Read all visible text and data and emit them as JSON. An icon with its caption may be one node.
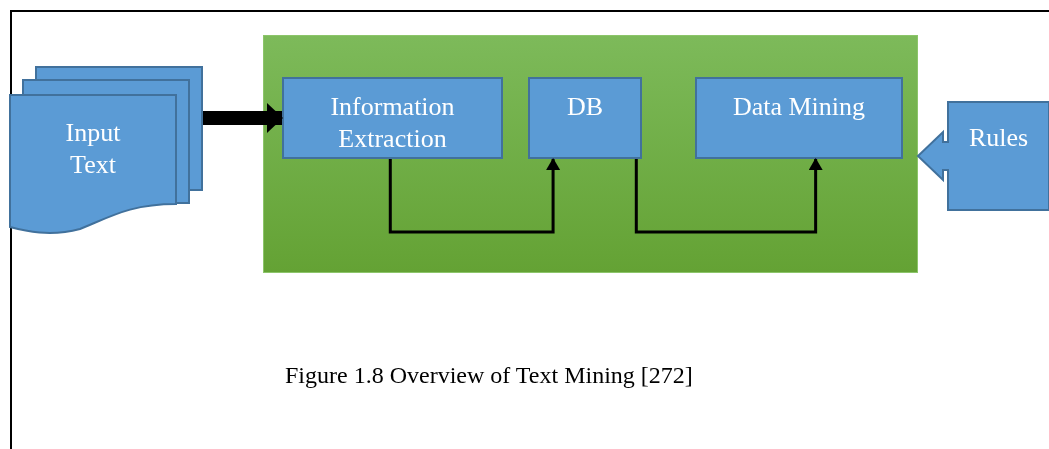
{
  "diagram": {
    "caption": "Figure 1.8 Overview of Text Mining [272]",
    "nodes": [
      {
        "text": [
          "Input Text"
        ]
      },
      {
        "text": [],
        "shape": "box"
      },
      {
        "text": [
          "Information Extraction"
        ],
        "in": 1
      },
      {
        "text": [
          "DB"
        ],
        "in": 1
      },
      {
        "text": [
          "Data Mining"
        ],
        "in": 1
      },
      {
        "text": [
          "Rules"
        ]
      }
    ],
    "edges": [
      {
        "from": 0,
        "to": 2,
        "arrow": "to",
        "style": "thick"
      },
      {
        "from": 2,
        "to": 3,
        "arrow": "to"
      },
      {
        "from": 3,
        "to": 4,
        "arrow": "to"
      }
    ]
  }
}
